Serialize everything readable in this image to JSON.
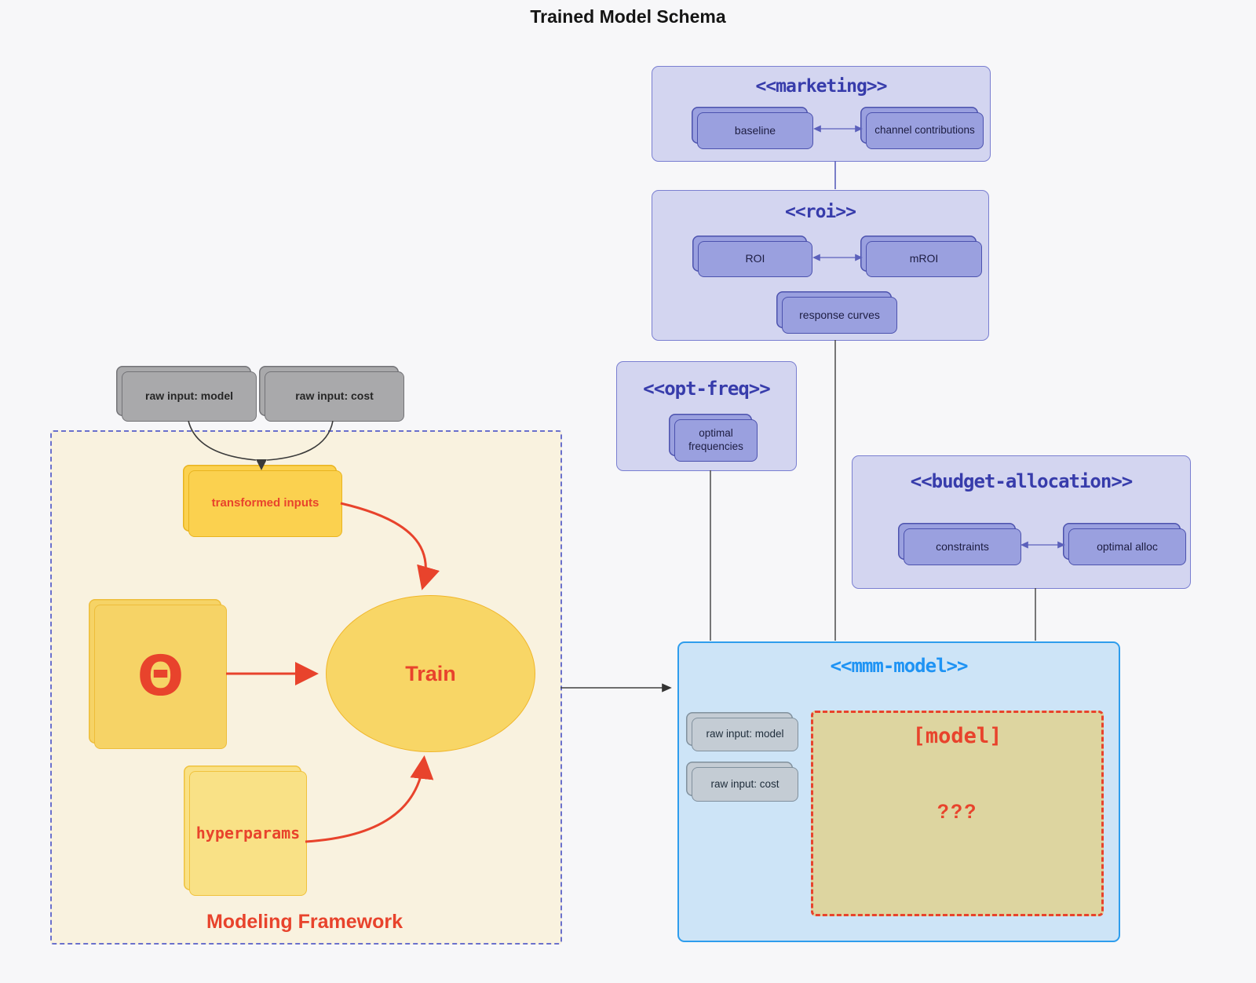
{
  "title": "Trained Model Schema",
  "colors": {
    "background": "#f7f7f9",
    "group_fill": "#d3d5f0",
    "group_border": "#7a7fd1",
    "group_title": "#373cab",
    "node_fill": "#9aa0df",
    "node_border": "#4c52ae",
    "mmm_fill": "#cde4f7",
    "mmm_border": "#2e9ded",
    "mmm_title": "#1e93f4",
    "framework_fill": "#f9f2df",
    "framework_border": "#6a70cc",
    "yellow_fill": "#fbd14f",
    "yellow_border": "#e9b41f",
    "khaki_fill": "#ddd5a0",
    "red_accent": "#e8432c",
    "gray_node_fill": "#a9a9ab",
    "connector_dark": "#404040",
    "connector_purple": "#5b60bb"
  },
  "containers": {
    "marketing": {
      "title": "<<marketing>>",
      "nodes": {
        "baseline": "baseline",
        "channel_contributions": "channel contributions"
      }
    },
    "roi": {
      "title": "<<roi>>",
      "nodes": {
        "roi": "ROI",
        "mroi": "mROI",
        "response_curves": "response curves"
      }
    },
    "opt_freq": {
      "title": "<<opt-freq>>",
      "nodes": {
        "optimal_frequencies": "optimal frequencies"
      }
    },
    "budget_allocation": {
      "title": "<<budget-allocation>>",
      "nodes": {
        "constraints": "constraints",
        "optimal_alloc": "optimal alloc"
      }
    },
    "mmm_model": {
      "title": "<<mmm-model>>",
      "nodes": {
        "raw_input_model": "raw input: model",
        "raw_input_cost": "raw input: cost"
      },
      "model_placeholder": {
        "label": "[model]",
        "value": "???"
      }
    },
    "modeling_framework": {
      "label": "Modeling Framework",
      "nodes": {
        "raw_input_model": "raw input: model",
        "raw_input_cost": "raw input: cost",
        "transformed_inputs": "transformed inputs",
        "theta": "Θ",
        "train": "Train",
        "hyperparams": "hyperparams"
      }
    }
  }
}
